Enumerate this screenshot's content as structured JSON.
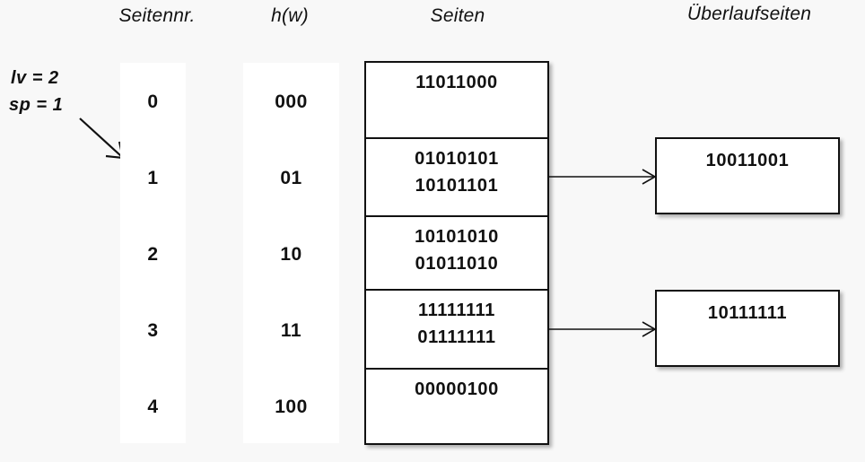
{
  "headers": {
    "seitennr": "Seitennr.",
    "hw": "h(w)",
    "seiten": "Seiten",
    "ueberlaufseiten": "Überlaufseiten"
  },
  "params": {
    "lv": "lv = 2",
    "sp": "sp = 1"
  },
  "columns": {
    "seitennr": [
      "0",
      "1",
      "2",
      "3",
      "4"
    ],
    "hw": [
      "000",
      "01",
      "10",
      "11",
      "100"
    ]
  },
  "pages": [
    {
      "entries": [
        "11011000"
      ]
    },
    {
      "entries": [
        "01010101",
        "10101101"
      ]
    },
    {
      "entries": [
        "10101010",
        "01011010"
      ]
    },
    {
      "entries": [
        "11111111",
        "01111111"
      ]
    },
    {
      "entries": [
        "00000100"
      ]
    }
  ],
  "overflow_pages": [
    {
      "entries": [
        "10011001"
      ]
    },
    {
      "entries": [
        "10111111"
      ]
    }
  ],
  "colors": {
    "background": "#f8f8f8",
    "box_fill": "#ffffff",
    "stroke": "#111111",
    "strip_fill": "#ffffff"
  }
}
